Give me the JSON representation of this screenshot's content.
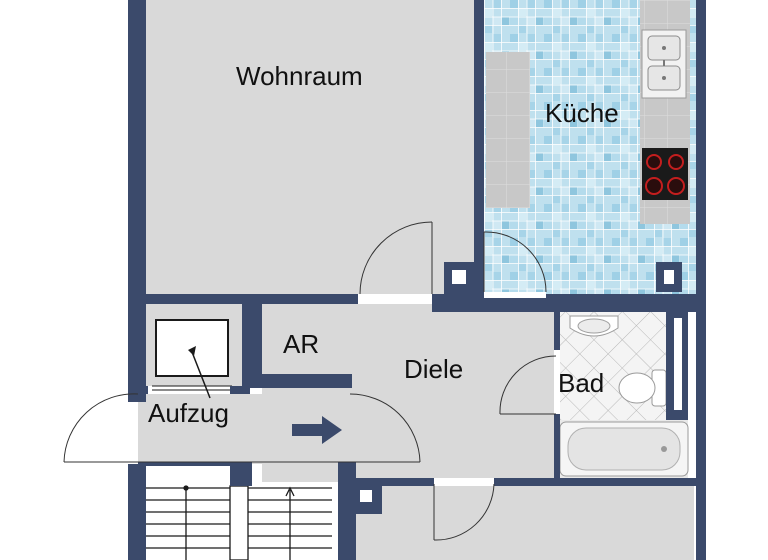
{
  "rooms": {
    "wohnraum": "Wohnraum",
    "kueche": "Küche",
    "ar": "AR",
    "diele": "Diele",
    "bad": "Bad",
    "aufzug": "Aufzug"
  },
  "colors": {
    "wall": "#3b4a6b",
    "floor": "#d9d9d9",
    "tile_light": "#bfe0ee",
    "tile_mid": "#8fc6de",
    "counter": "#c4c4c4",
    "bath_tile": "#f1f1f1"
  }
}
